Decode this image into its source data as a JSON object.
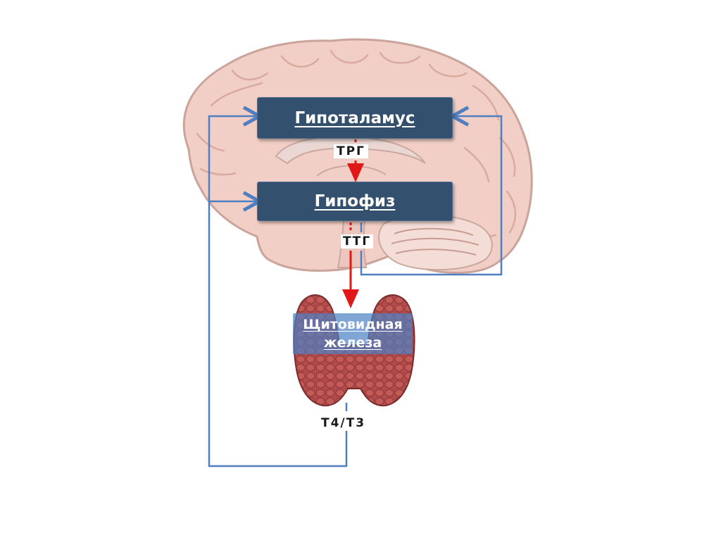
{
  "nodes": {
    "hypothalamus": "Гипоталамус",
    "pituitary": "Гипофиз",
    "thyroid_line1": "Щитовидная",
    "thyroid_line2": "железа"
  },
  "hormones": {
    "trg": "ТРГ",
    "ttg": "ТТГ",
    "t4t3": "Т4/Т3"
  },
  "colors": {
    "box_fill": "#34506f",
    "stimulation_arrow": "#e01818",
    "feedback_line": "#4f7fc0",
    "brain": "#f2cfc6",
    "thyroid": "#b04a4a"
  }
}
